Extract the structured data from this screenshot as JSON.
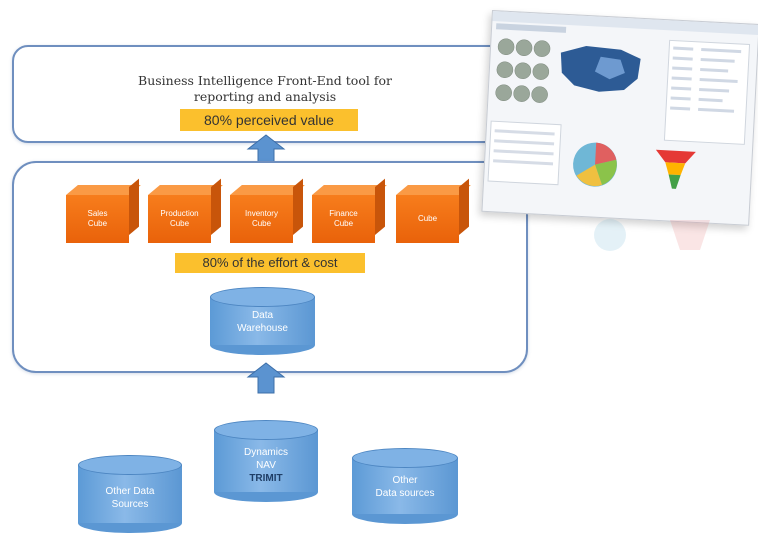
{
  "bi": {
    "title_line1": "Business Intelligence Front-End tool for",
    "title_line2": "reporting and analysis",
    "perceived": "80% perceived value"
  },
  "effort_label": "80% of the effort & cost",
  "cubes": [
    {
      "line1": "Sales",
      "line2": "Cube"
    },
    {
      "line1": "Production",
      "line2": "Cube"
    },
    {
      "line1": "Inventory",
      "line2": "Cube"
    },
    {
      "line1": "Finance",
      "line2": "Cube"
    },
    {
      "line1": "Cube",
      "line2": ""
    }
  ],
  "warehouse": {
    "line1": "Data",
    "line2": "Warehouse"
  },
  "sources": {
    "other_left": {
      "line1": "Other Data",
      "line2": "Sources"
    },
    "nav": {
      "line1": "Dynamics",
      "line2": "NAV",
      "line3": "TRIMIT"
    },
    "other_right": {
      "line1": "Other",
      "line2": "Data sources"
    }
  },
  "colors": {
    "accent_orange": "#f26f12",
    "highlight_yellow": "#fbc02d",
    "cylinder_blue": "#6fa6dd",
    "border_blue": "#6f8fbf"
  }
}
